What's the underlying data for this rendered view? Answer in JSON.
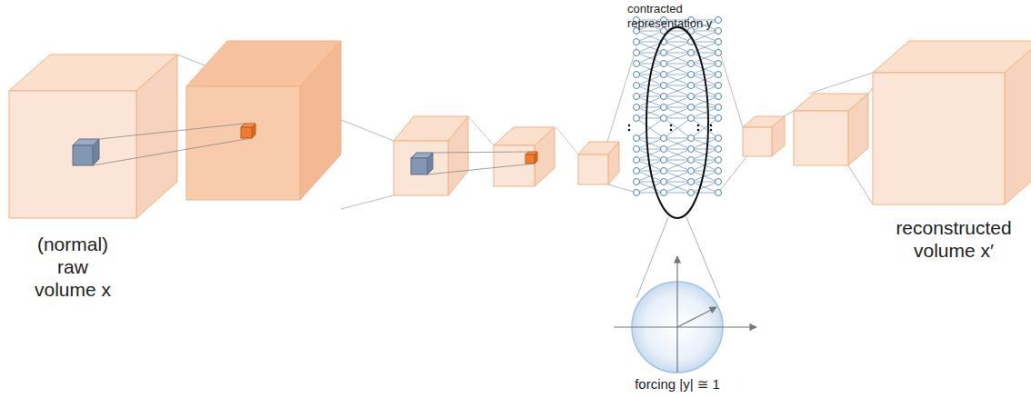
{
  "diagram": {
    "labels": [
      "(normal) raw volume x",
      "contracted representation y",
      "reconstructed volume x′",
      "forcing |y| ≅ 1"
    ]
  }
}
